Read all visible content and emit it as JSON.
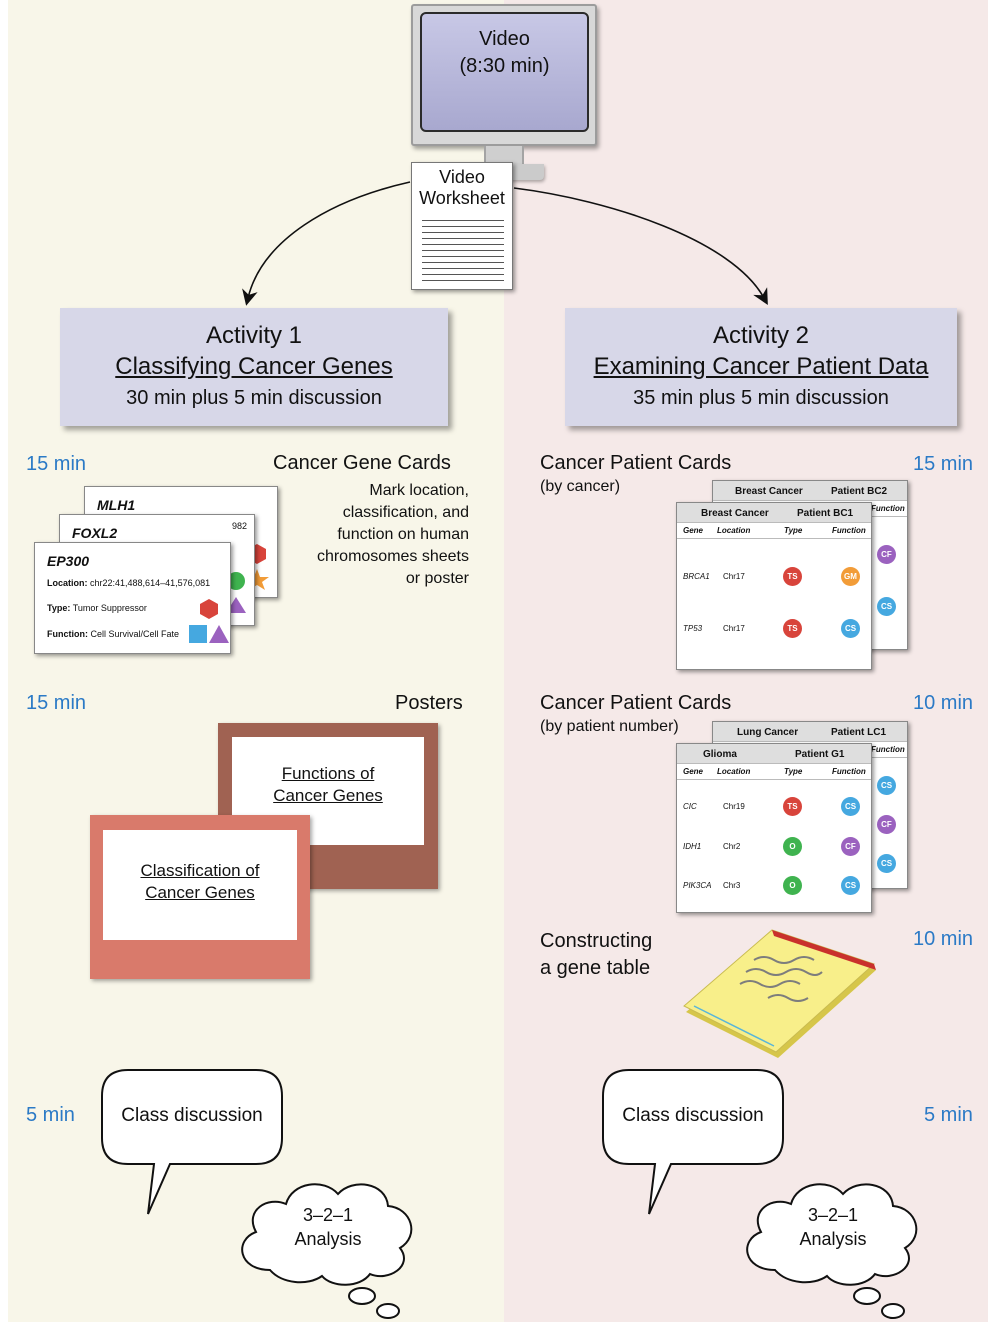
{
  "video": {
    "line1": "Video",
    "line2": "(8:30 min)"
  },
  "worksheet": {
    "line1": "Video",
    "line2": "Worksheet"
  },
  "activity1": {
    "title": "Activity 1",
    "subtitle": "Classifying Cancer Genes",
    "time": "30 min plus 5 min discussion",
    "step1": {
      "time": "15 min",
      "title": "Cancer Gene Cards",
      "desc": [
        "Mark location,",
        "classification, and",
        "function on human",
        "chromosomes sheets",
        "or poster"
      ],
      "cards": [
        {
          "gene": "MLH1"
        },
        {
          "gene": "FOXL2",
          "peek": "982"
        },
        {
          "gene": "EP300",
          "location_label": "Location:",
          "location": "chr22:41,488,614–41,576,081",
          "type_label": "Type:",
          "type": "Tumor Suppressor",
          "function_label": "Function:",
          "function": "Cell Survival/Cell Fate"
        }
      ]
    },
    "step2": {
      "time": "15 min",
      "title": "Posters",
      "poster_back": [
        "Functions of",
        "Cancer Genes"
      ],
      "poster_front": [
        "Classification of",
        "Cancer Genes"
      ]
    },
    "step3": {
      "time": "5 min",
      "bubble": "Class discussion",
      "cloud": [
        "3–2–1",
        "Analysis"
      ]
    }
  },
  "activity2": {
    "title": "Activity 2",
    "subtitle": "Examining Cancer Patient Data",
    "time": "35 min plus 5 min discussion",
    "step1": {
      "time": "15 min",
      "title": "Cancer Patient Cards",
      "subtitle": "(by cancer)",
      "back_card": {
        "cancer": "Breast Cancer",
        "patient": "Patient BC2",
        "col_peek": "Function"
      },
      "front_card": {
        "cancer": "Breast Cancer",
        "patient": "Patient BC1",
        "cols": [
          "Gene",
          "Location",
          "Type",
          "Function"
        ],
        "rows": [
          {
            "gene": "BRCA1",
            "loc": "Chr17",
            "type": "TS",
            "func": "GM"
          },
          {
            "gene": "TP53",
            "loc": "Chr17",
            "type": "TS",
            "func": "CS"
          }
        ]
      },
      "back_badges": [
        "CF",
        "CS"
      ]
    },
    "step2": {
      "time": "10 min",
      "title": "Cancer Patient Cards",
      "subtitle": "(by patient number)",
      "back_card": {
        "cancer": "Lung Cancer",
        "patient": "Patient LC1",
        "col_peek": "Function"
      },
      "front_card": {
        "cancer": "Glioma",
        "patient": "Patient G1",
        "cols": [
          "Gene",
          "Location",
          "Type",
          "Function"
        ],
        "rows": [
          {
            "gene": "CIC",
            "loc": "Chr19",
            "type": "TS",
            "func": "CS"
          },
          {
            "gene": "IDH1",
            "loc": "Chr2",
            "type": "O",
            "func": "CF"
          },
          {
            "gene": "PIK3CA",
            "loc": "Chr3",
            "type": "O",
            "func": "CS"
          }
        ]
      },
      "back_badges": [
        "CS",
        "CF",
        "CS"
      ]
    },
    "step3": {
      "time": "10 min",
      "title": [
        "Constructing",
        "a gene table"
      ]
    },
    "step4": {
      "time": "5 min",
      "bubble": "Class discussion",
      "cloud": [
        "3–2–1",
        "Analysis"
      ]
    }
  },
  "colors": {
    "left_bg": "#f8f6e9",
    "right_bg": "#f5e9e8",
    "box": "#d7d7e8",
    "time_blue": "#2b7ac6",
    "badge_TS": "#d8443b",
    "badge_O": "#3fb34f",
    "badge_CS": "#45a8e0",
    "badge_CF": "#9b62bf",
    "badge_GM": "#f29c38",
    "poster_back": "#a06252",
    "poster_front": "#d97a6b"
  }
}
